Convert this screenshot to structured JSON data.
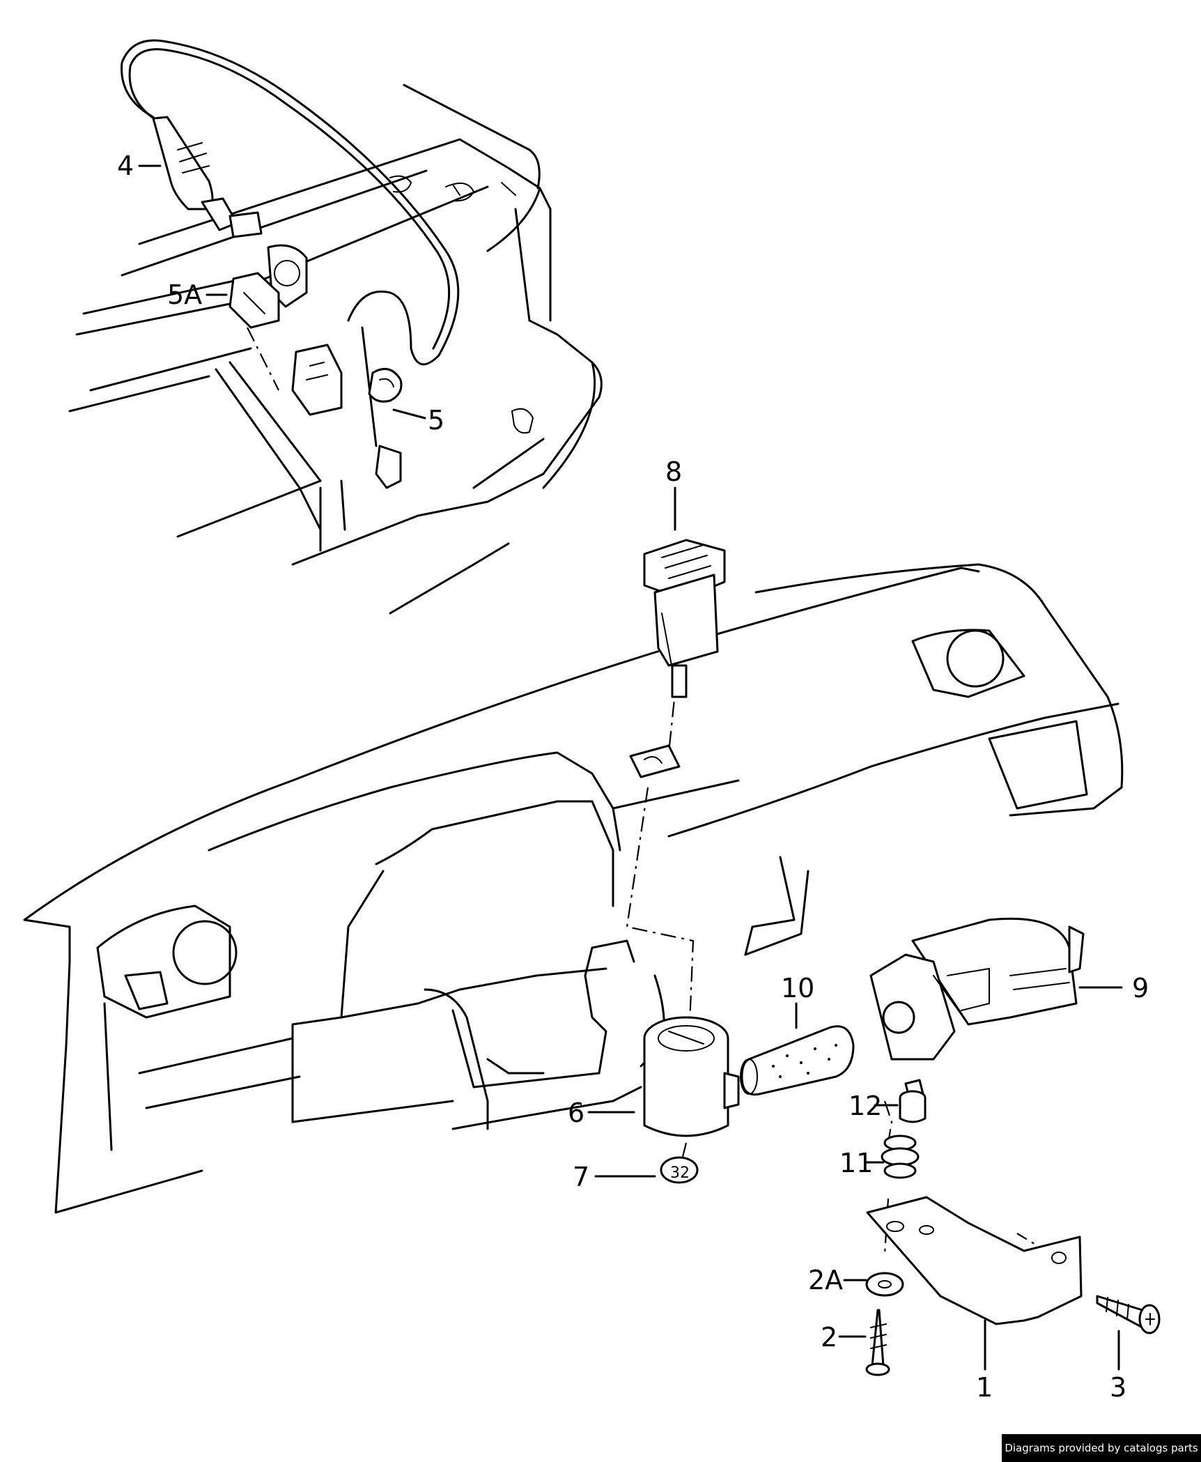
{
  "diagram": {
    "callouts": [
      {
        "id": "c1",
        "label": "1"
      },
      {
        "id": "c2",
        "label": "2"
      },
      {
        "id": "c2A",
        "label": "2A"
      },
      {
        "id": "c3",
        "label": "3"
      },
      {
        "id": "c4",
        "label": "4"
      },
      {
        "id": "c5",
        "label": "5"
      },
      {
        "id": "c5A",
        "label": "5A"
      },
      {
        "id": "c6",
        "label": "6"
      },
      {
        "id": "c7",
        "label": "7"
      },
      {
        "id": "c8",
        "label": "8"
      },
      {
        "id": "c9",
        "label": "9"
      },
      {
        "id": "c10",
        "label": "10"
      },
      {
        "id": "c11",
        "label": "11"
      },
      {
        "id": "c12",
        "label": "12"
      }
    ],
    "part_stamp": "32"
  },
  "footer": {
    "credit": "Diagrams provided by catalogs parts"
  }
}
